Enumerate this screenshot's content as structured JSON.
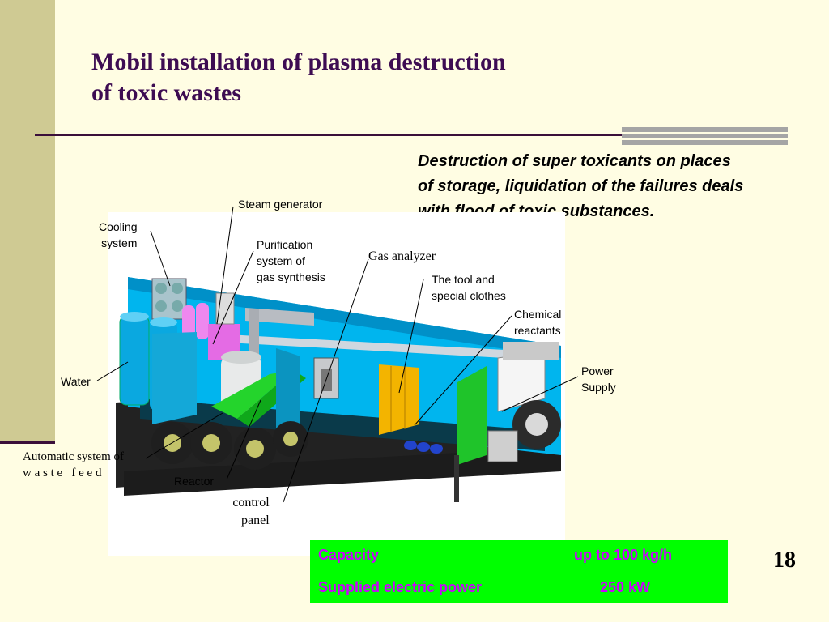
{
  "slide": {
    "title_line1": "Mobil installation of plasma destruction",
    "title_line2": "of toxic wastes",
    "description": "Destruction of super toxicants on places of storage, liquidation of the failures deals with flood of toxic substances.",
    "page_number": "18"
  },
  "labels": {
    "steam_generator": "Steam generator",
    "cooling_system_1": "Cooling",
    "cooling_system_2": "system",
    "purification_1": "Purification",
    "purification_2": "system of",
    "purification_3": "gas synthesis",
    "gas_analyzer": "Gas analyzer",
    "tool_clothes_1": "The tool and",
    "tool_clothes_2": "special clothes",
    "chemical_1": "Chemical",
    "chemical_2": "reactants",
    "power_1": "Power",
    "power_2": "Supply",
    "water": "Water",
    "auto_feed_1": "Automatic system of",
    "auto_feed_2": "w a s t e   f e e d",
    "reactor": "Reactor",
    "control_1": "control",
    "control_2": "panel"
  },
  "specs": {
    "capacity_label": "Capacity",
    "capacity_value": "up to  100 kg/h",
    "power_label": "Supplied electric power",
    "power_value": "250 kW"
  },
  "colors": {
    "background": "#fffde3",
    "title": "#3d0c52",
    "spec_box": "#00ff00",
    "spec_text": "#cc00ff"
  }
}
